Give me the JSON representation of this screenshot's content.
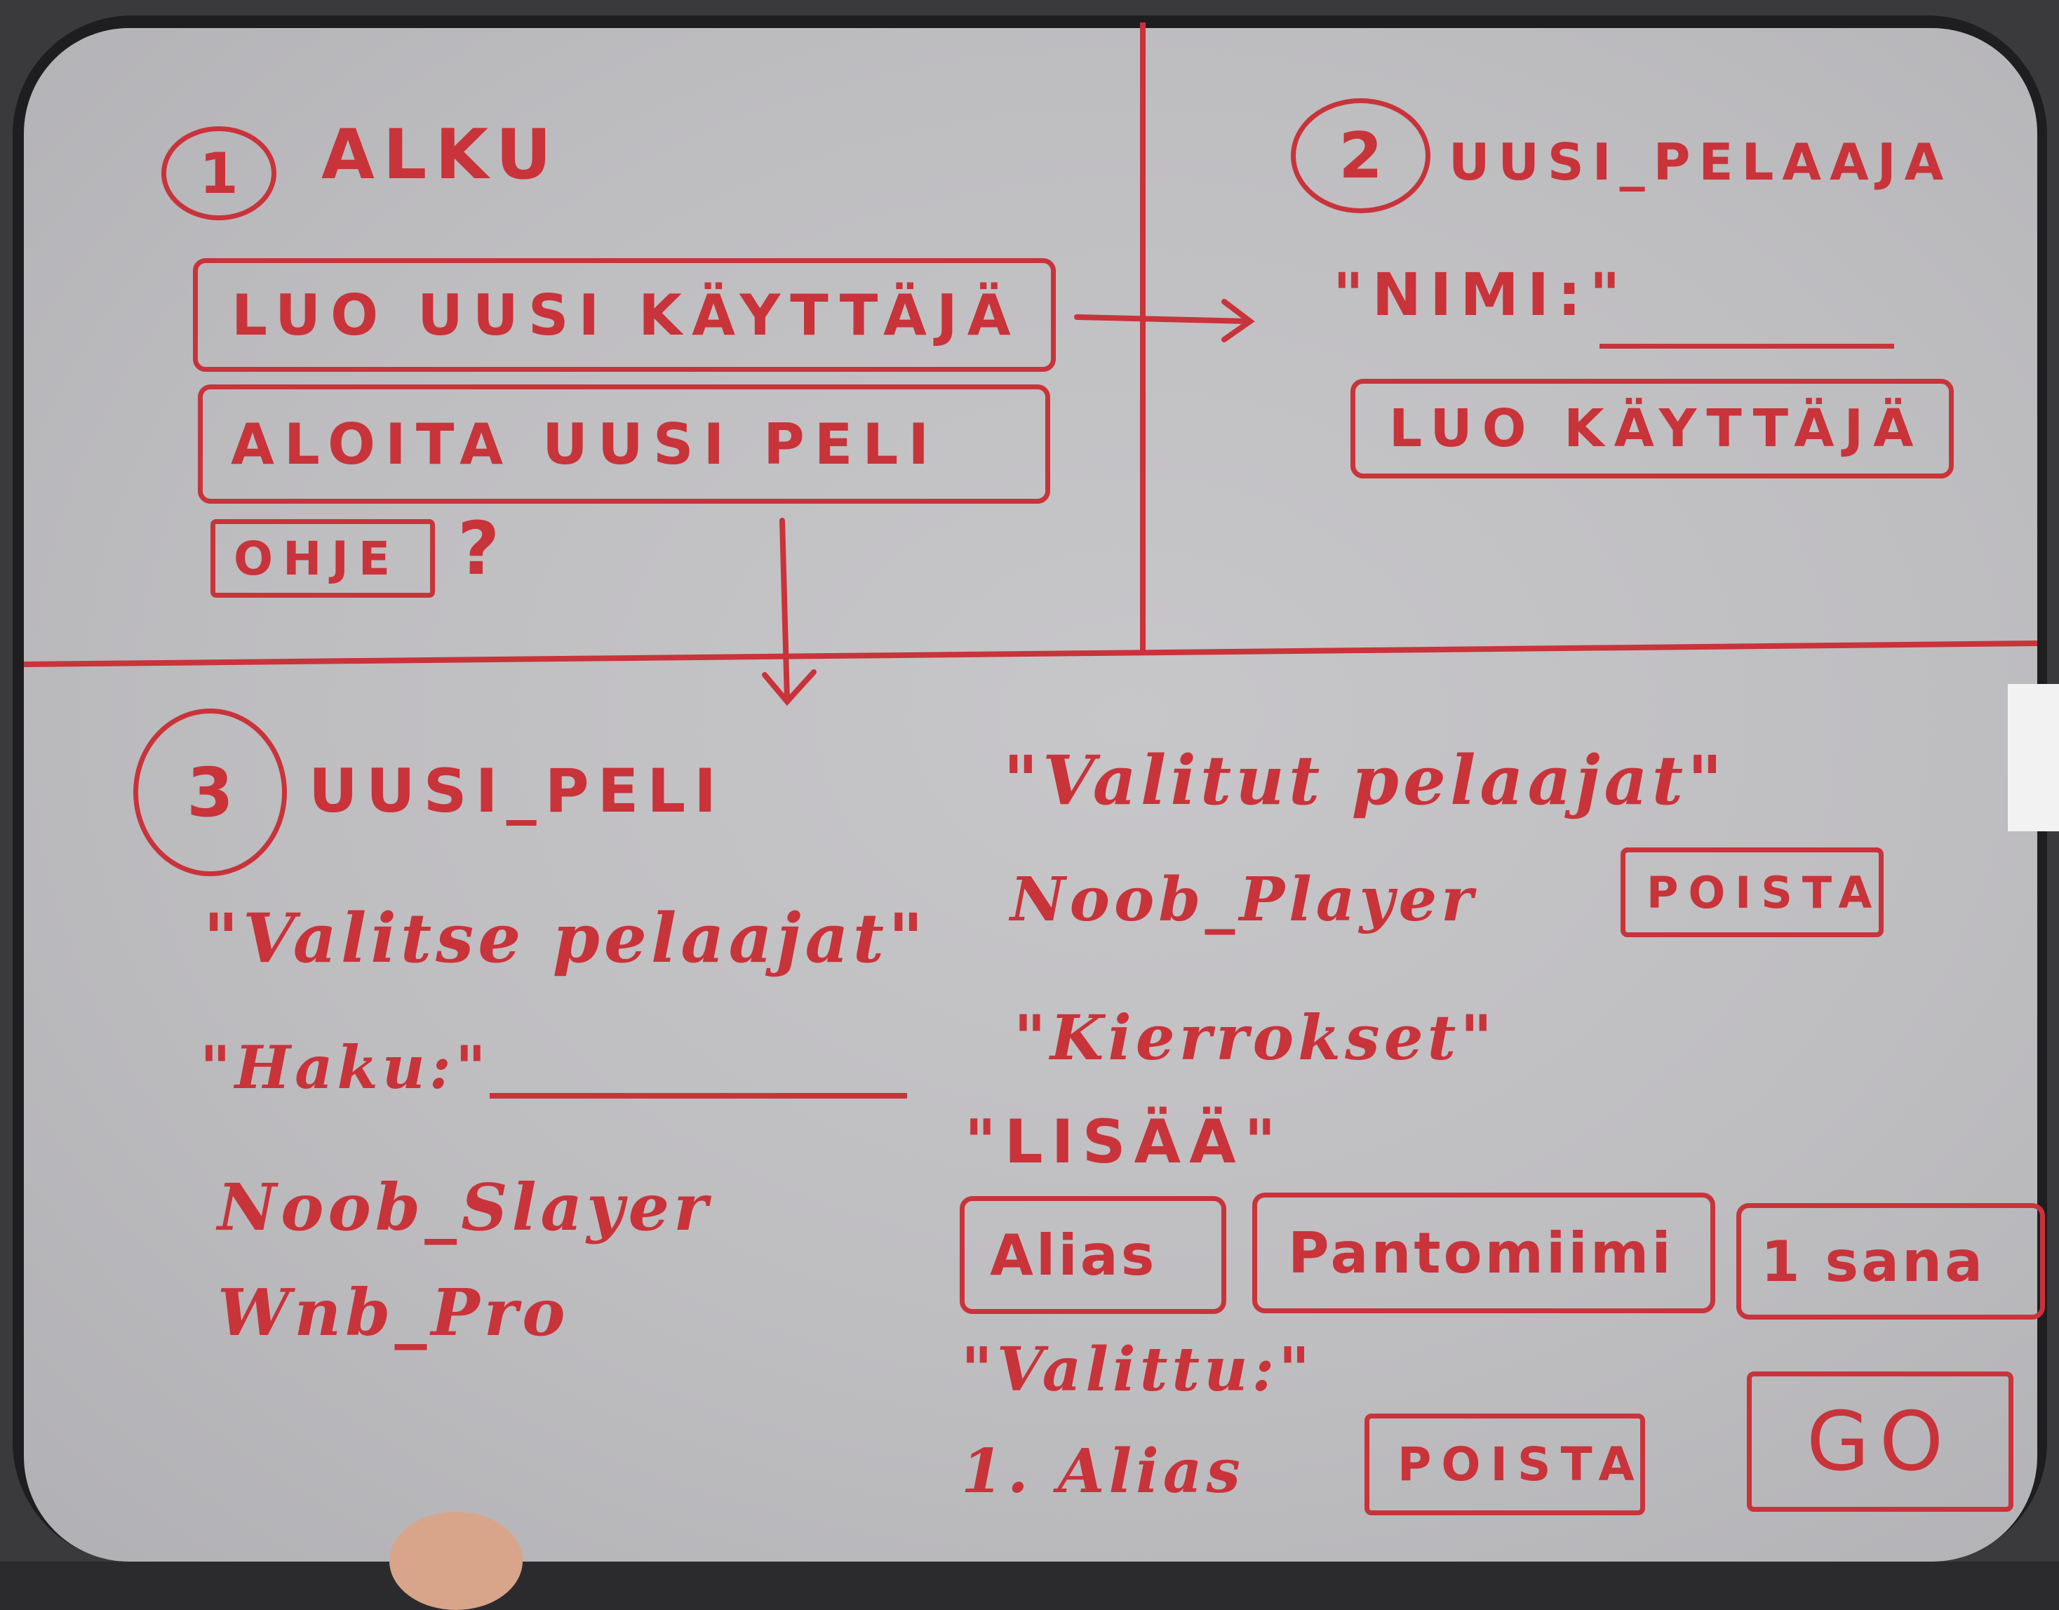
{
  "screen1": {
    "number": "1",
    "title": "ALKU",
    "buttons": [
      "LUO UUSI KÄYTTÄJÄ",
      "ALOITA UUSI PELI",
      "OHJE"
    ],
    "help_mark": "?"
  },
  "screen2": {
    "number": "2",
    "title": "UUSI_PELAAJA",
    "name_label": "\"NIMI:\"",
    "create_button": "LUO KÄYTTÄJÄ"
  },
  "screen3": {
    "number": "3",
    "title": "UUSI_PELI",
    "choose_players_label": "\"Valitse pelaajat\"",
    "search_label": "\"Haku:\"",
    "player_list": [
      "Noob_Slayer",
      "Wnb_Pro"
    ],
    "selected_players_label": "\"Valitut pelaajat\"",
    "selected_player": "Noob_Player",
    "remove_button": "POISTA",
    "rounds_label": "\"Kierrokset\"",
    "add_label": "\"LISÄÄ\"",
    "round_types": [
      "Alias",
      "Pantomiimi",
      "1 sana"
    ],
    "chosen_label": "\"Valittu:\"",
    "chosen_item": "1. Alias",
    "chosen_remove_button": "POISTA",
    "go_button": "GO"
  },
  "colors": {
    "marker": "#c9333a",
    "board": "#c2c1c4",
    "frame": "#1e1e20"
  }
}
